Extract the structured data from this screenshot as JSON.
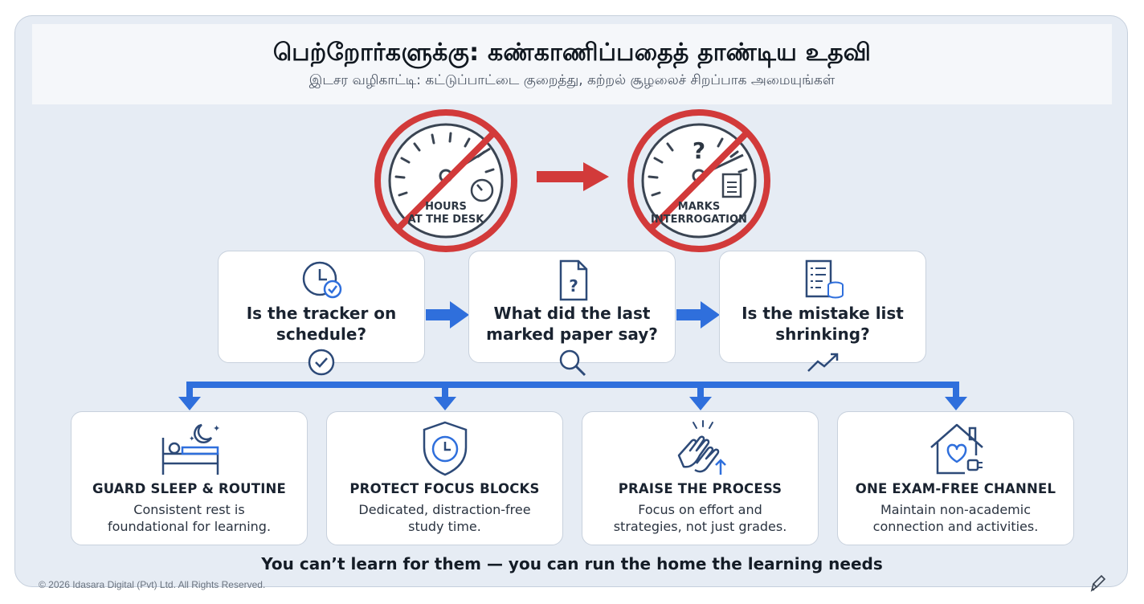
{
  "header": {
    "title": "பெற்றோர்களுக்கு: கண்காணிப்பதைத் தாண்டிய உதவி",
    "subtitle": "இடசர வழிகாட்டி: கட்டுப்பாட்டை குறைத்து, கற்றல் சூழலைச் சிறப்பாக அமையுங்கள்"
  },
  "prohibited": [
    {
      "line1": "HOURS",
      "line2": "AT THE DESK"
    },
    {
      "line1": "MARKS",
      "line2": "INTERROGATION"
    }
  ],
  "questions": [
    {
      "line1": "Is the tracker on",
      "line2": "schedule?"
    },
    {
      "line1": "What did the last",
      "line2": "marked paper say?"
    },
    {
      "line1": "Is the mistake list",
      "line2": "shrinking?"
    }
  ],
  "actions": [
    {
      "title": "GUARD SLEEP & ROUTINE",
      "line1": "Consistent rest is",
      "line2": "foundational for learning."
    },
    {
      "title": "PROTECT FOCUS BLOCKS",
      "line1": "Dedicated, distraction-free",
      "line2": "study time."
    },
    {
      "title": "PRAISE THE PROCESS",
      "line1": "Focus on effort and",
      "line2": "strategies, not just grades."
    },
    {
      "title": "ONE EXAM-FREE CHANNEL",
      "line1": "Maintain non-academic",
      "line2": "connection and activities."
    }
  ],
  "footer": {
    "tagline": "You can’t learn for them — you can run the home the learning needs",
    "copyright": "© 2026 Idasara Digital (Pvt) Ltd. All Rights Reserved."
  },
  "colors": {
    "prohibit_red": "#d23a3a",
    "flow_blue": "#2f6fdc",
    "icon_navy": "#2d4a78"
  }
}
